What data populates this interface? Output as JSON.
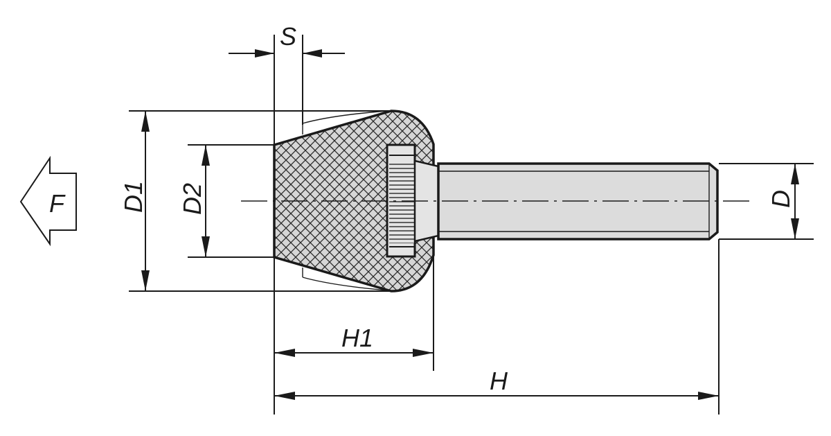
{
  "labels": {
    "force": "F",
    "s": "S",
    "d1": "D1",
    "d2": "D2",
    "d": "D",
    "h1": "H1",
    "h": "H"
  },
  "colors": {
    "ink": "#1a1a1a",
    "rubber": "#d6d6d6",
    "metal": "#dcdcdc"
  }
}
